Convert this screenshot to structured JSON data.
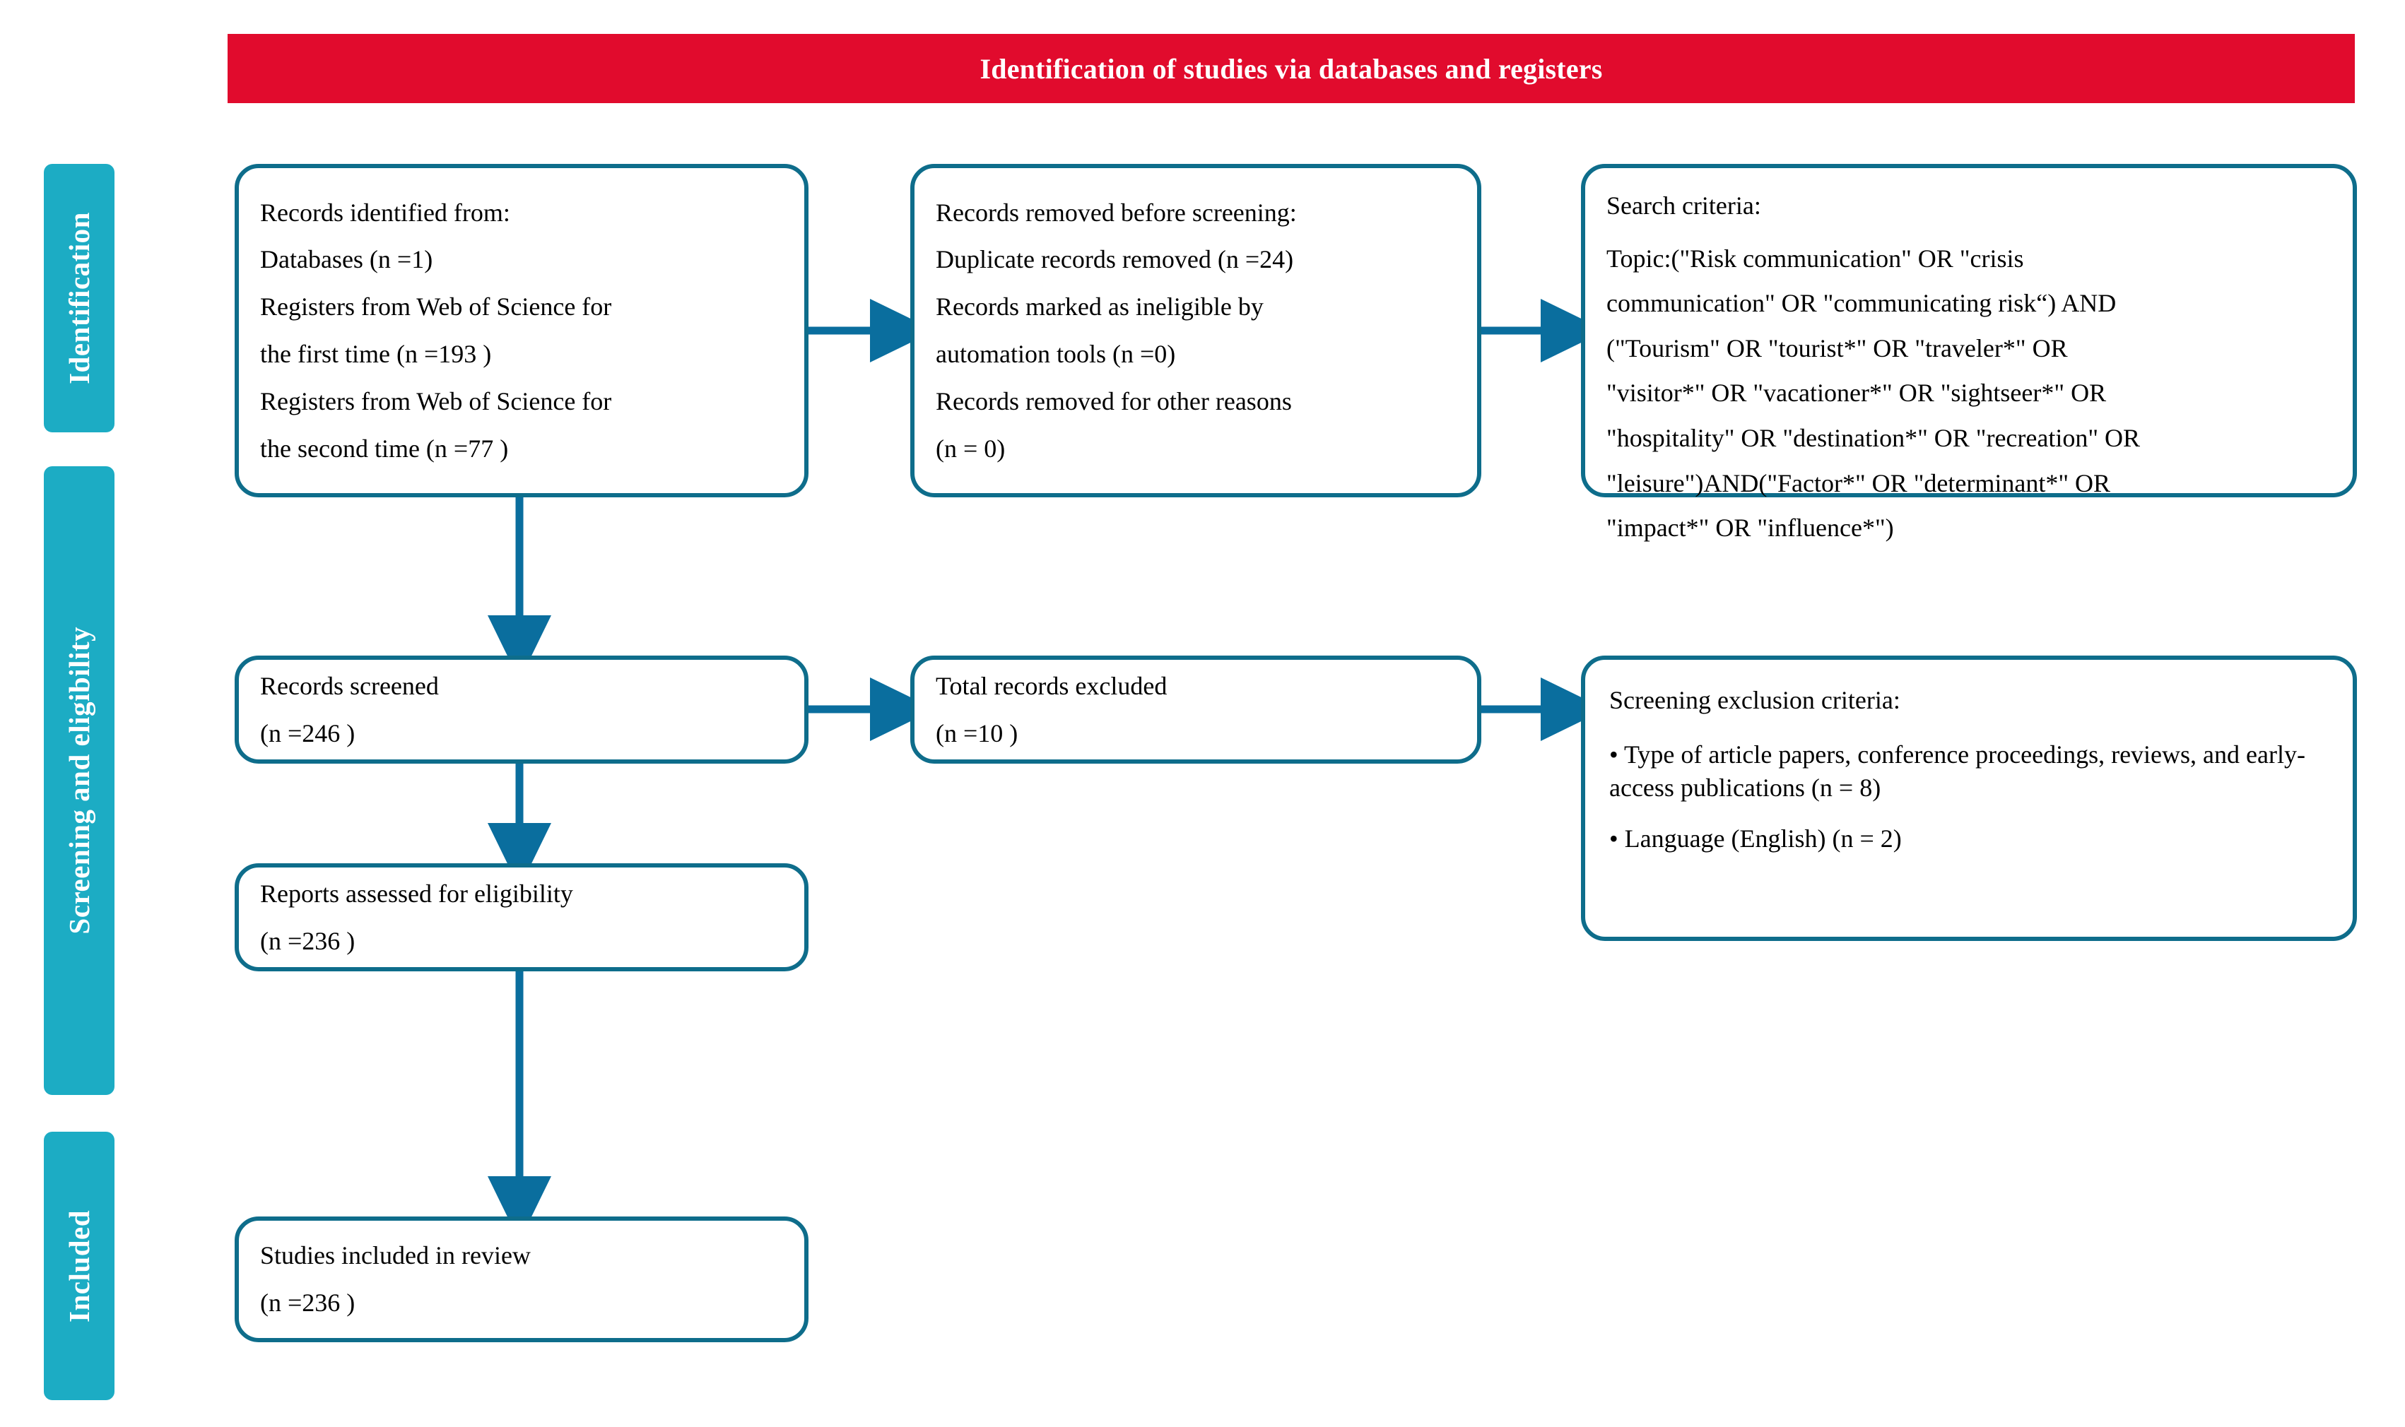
{
  "banner": {
    "title": "Identification of studies via databases and registers",
    "color": "#e10b2d"
  },
  "stages": [
    {
      "label": "Identification"
    },
    {
      "label": "Screening and eligibility"
    },
    {
      "label": "Included"
    }
  ],
  "colors": {
    "banner_red": "#e10b2d",
    "stage_teal": "#1cacc4",
    "box_border": "#0e6d8b",
    "arrow": "#0a6e9e"
  },
  "boxes": {
    "records_identified": {
      "line1": "Records identified from:",
      "line2": "Databases (n =1)",
      "line3": "Registers from Web of Science for",
      "line4": "the first time (n =193 )",
      "line5": "Registers from Web of Science for",
      "line6": "the second time (n =77 )"
    },
    "records_removed": {
      "heading": "Records removed before screening:",
      "duplicate": "Duplicate records removed  (n =24)",
      "ineligible_line1": "Records marked as ineligible by",
      "ineligible_line2": "automation tools (n =0)",
      "other_line1": "Records removed for other reasons",
      "other_line2": "(n = 0)"
    },
    "search_criteria": {
      "heading": "Search criteria:",
      "query_line1": "Topic:(\"Risk communication\" OR \"crisis",
      "query_line2": "communication\" OR \"communicating risk“) AND",
      "query_line3": "(\"Tourism\" OR \"tourist*\" OR \"traveler*\" OR",
      "query_line4": "\"visitor*\" OR \"vacationer*\" OR \"sightseer*\" OR",
      "query_line5": "\"hospitality\" OR \"destination*\" OR \"recreation\" OR",
      "query_line6": "\"leisure\")AND(\"Factor*\" OR \"determinant*\" OR",
      "query_line7": "\"impact*\" OR \"influence*\")"
    },
    "records_screened": {
      "title": "Records screened",
      "count": "(n =246 )"
    },
    "total_excluded": {
      "title": "Total records excluded",
      "count": "(n =10 )"
    },
    "screening_exclusion": {
      "heading": "Screening exclusion criteria:",
      "bullet1": "• Type of article papers, conference proceedings, reviews, and early-access publications (n = 8)",
      "bullet2": "• Language (English) (n = 2)"
    },
    "reports_assessed": {
      "title": "Reports assessed for eligibility",
      "count": "(n =236 )"
    },
    "studies_included": {
      "title": "Studies included in review",
      "count": "(n =236 )"
    }
  }
}
